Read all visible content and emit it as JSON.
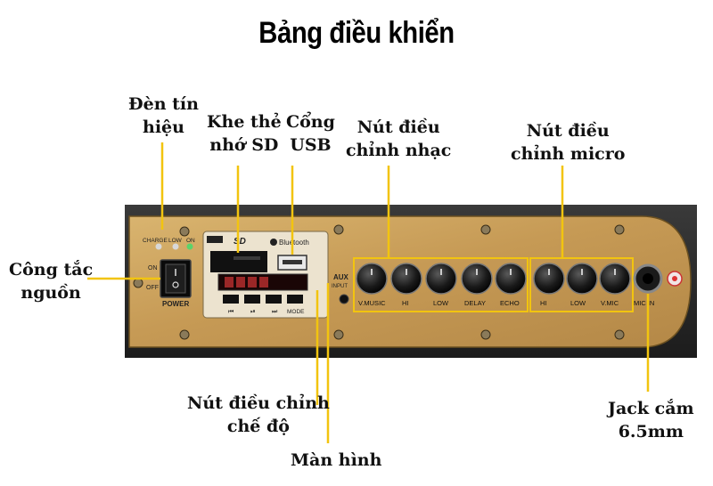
{
  "title": "Bảng điều khiển",
  "labels": {
    "signal_light": "Đèn tín\nhiệu",
    "sd_slot": "Khe thẻ\nnhớ SD",
    "usb_port": "Cổng\nUSB",
    "music_knobs": "Nút điều\nchỉnh nhạc",
    "mic_knobs": "Nút điều\nchỉnh micro",
    "power_switch": "Công tắc\nnguồn",
    "mode_buttons": "Nút điều chỉnh\nchế độ",
    "screen": "Màn hình",
    "jack": "Jack cắm\n6.5mm"
  },
  "panel": {
    "led_labels": [
      "CHARGE",
      "LOW",
      "ON"
    ],
    "switch_on": "ON",
    "switch_off": "OFF",
    "power_label": "POWER",
    "card_logo": "SD",
    "bluetooth_label": "Bluetooth",
    "mode_label": "MODE",
    "aux_label": "AUX",
    "input_label": "INPUT",
    "music_knob_labels": [
      "V.MUSIC",
      "HI",
      "LOW",
      "DELAY",
      "ECHO"
    ],
    "mic_knob_labels": [
      "HI",
      "LOW",
      "V.MIC"
    ],
    "mic_in_label": "MIC IN"
  },
  "colors": {
    "panel_gold": "#c9a25a",
    "leader_line": "#f2c40f",
    "casing": "#2b2b2b"
  }
}
